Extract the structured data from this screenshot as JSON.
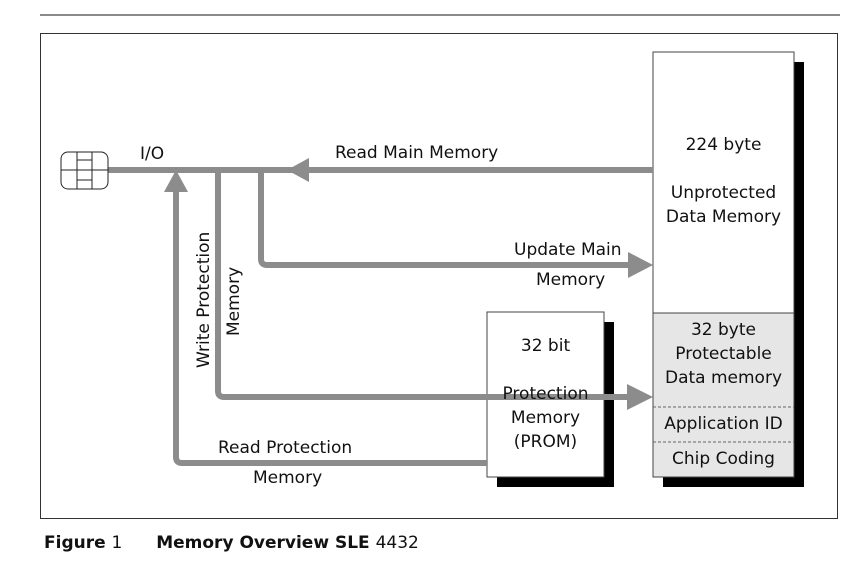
{
  "diagram": {
    "io_label": "I/O",
    "read_main": "Read Main Memory",
    "update_main_line1": "Update Main",
    "update_main_line2": "Memory",
    "write_protection": "Write Protection",
    "write_protection_memory": "Memory",
    "read_protection_line1": "Read Protection",
    "read_protection_line2": "Memory",
    "main_memory": {
      "size": "224 byte",
      "line1": "Unprotected",
      "line2": "Data Memory"
    },
    "protectable": {
      "size": "32 byte",
      "line1": "Protectable",
      "line2": "Data memory"
    },
    "application_id": "Application ID",
    "chip_coding": "Chip Coding",
    "prom": {
      "size": "32 bit",
      "line1": "Protection",
      "line2": "Memory",
      "line3": "(PROM)"
    },
    "colors": {
      "arrow": "#8c8c8c",
      "shadow": "#000000",
      "protected_fill": "#e6e6e6"
    }
  },
  "caption": {
    "label": "Figure",
    "number": "1",
    "title": "Memory Overview SLE",
    "model": "4432"
  }
}
